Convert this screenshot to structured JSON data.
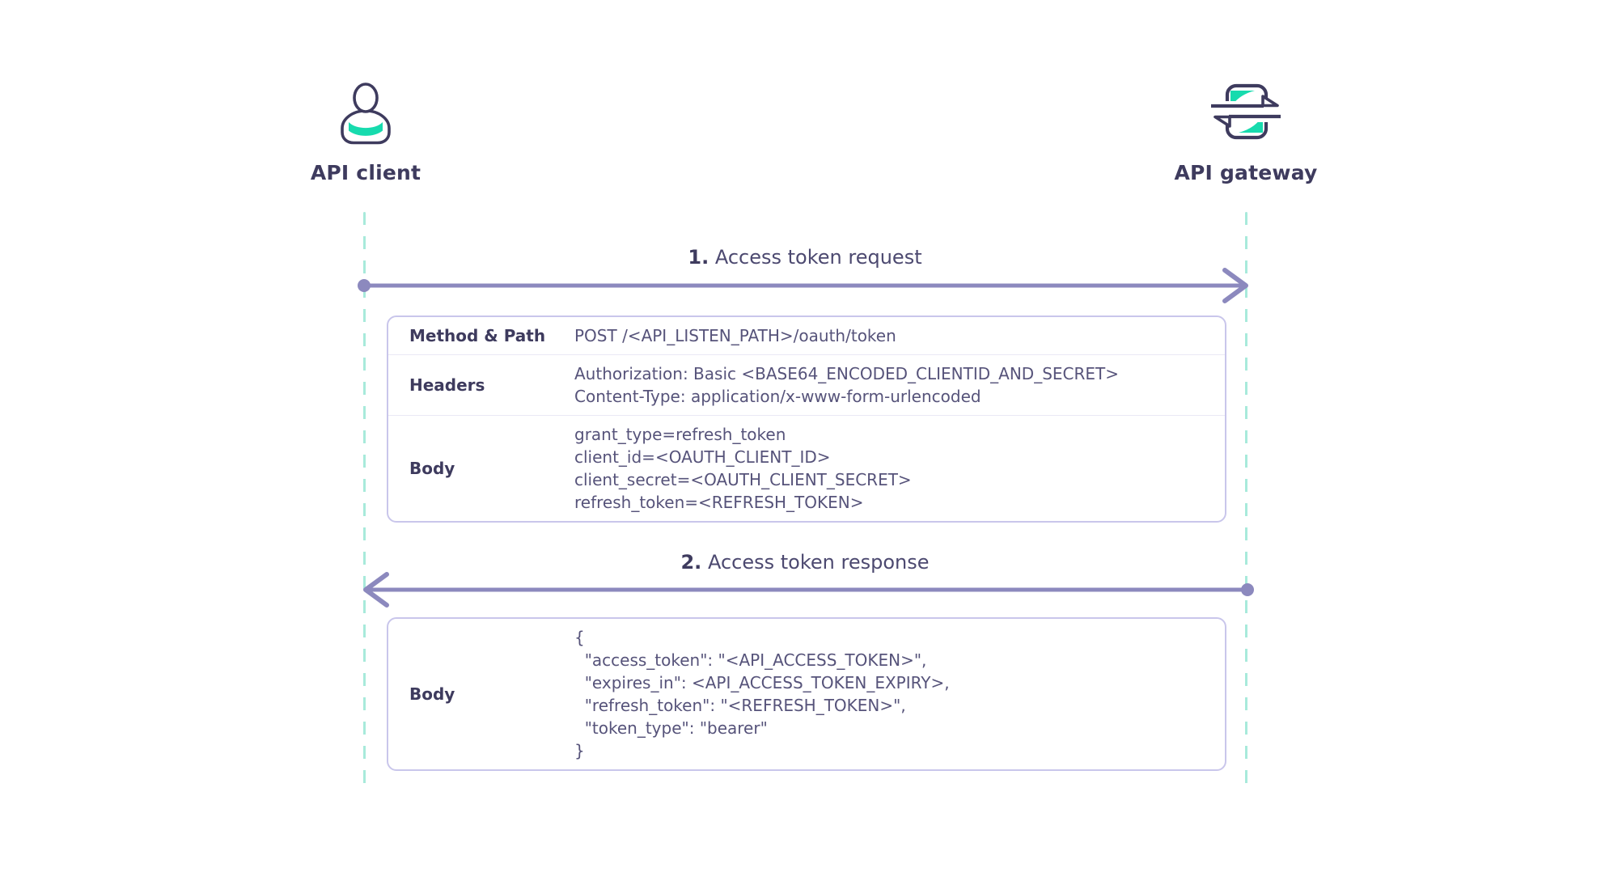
{
  "actors": [
    {
      "id": "client",
      "label": "API client",
      "icon": "user-icon"
    },
    {
      "id": "gateway",
      "label": "API gateway",
      "icon": "gateway-swap-icon"
    }
  ],
  "messages": [
    {
      "number": "1.",
      "label": "Access token request",
      "from": "API client",
      "to": "API gateway",
      "direction": "right",
      "table": {
        "rows": [
          {
            "label": "Method & Path",
            "lines": [
              "POST /<API_LISTEN_PATH>/oauth/token"
            ]
          },
          {
            "label": "Headers",
            "lines": [
              "Authorization: Basic <BASE64_ENCODED_CLIENTID_AND_SECRET>",
              "Content-Type: application/x-www-form-urlencoded"
            ]
          },
          {
            "label": "Body",
            "lines": [
              "grant_type=refresh_token",
              "client_id=<OAUTH_CLIENT_ID>",
              "client_secret=<OAUTH_CLIENT_SECRET>",
              "refresh_token=<REFRESH_TOKEN>"
            ]
          }
        ]
      }
    },
    {
      "number": "2.",
      "label": "Access token response",
      "from": "API gateway",
      "to": "API client",
      "direction": "left",
      "table": {
        "rows": [
          {
            "label": "Body",
            "lines": [
              "{",
              "  \"access_token\": \"<API_ACCESS_TOKEN>\",",
              "  \"expires_in\": <API_ACCESS_TOKEN_EXPIRY>,",
              "  \"refresh_token\": \"<REFRESH_TOKEN>\",",
              "  \"token_type\": \"bearer\"",
              "}"
            ]
          }
        ]
      }
    }
  ],
  "colors": {
    "ink": "#3E3B5E",
    "text": "#56537A",
    "label-text": "#4C4970",
    "arrow": "#8C89BE",
    "lifeline": "#A8EADB",
    "accent": "#17DBAE",
    "border": "#C9C6EB",
    "divider": "#EAE9F5",
    "bg": "#FFFFFF"
  }
}
